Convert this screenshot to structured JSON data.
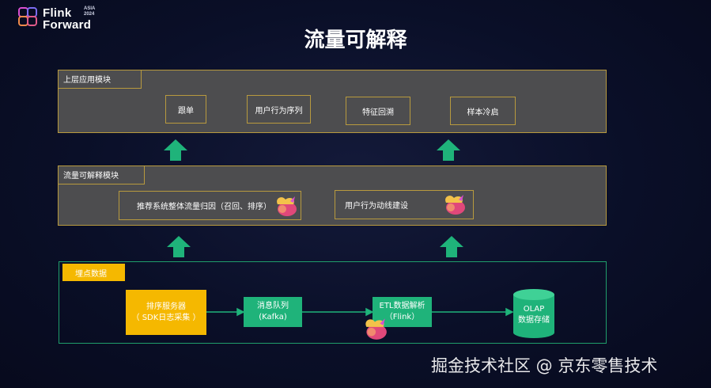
{
  "logo": {
    "line1": "Flink",
    "line2": "Forward",
    "badge_line1": "ASIA",
    "badge_line2": "2024"
  },
  "title": "流量可解释",
  "top_panel": {
    "label": "上层应用模块",
    "items": [
      "跟单",
      "用户行为序列",
      "特征回溯",
      "样本冷启"
    ]
  },
  "middle_panel": {
    "label": "流量可解释模块",
    "items": [
      "推荐系统整体流量归因（召回、排序）",
      "用户行为动线建设"
    ]
  },
  "bottom_panel": {
    "label": "埋点数据",
    "nodes": {
      "sort_service_line1": "排序服务器",
      "sort_service_line2": "（ SDK日志采集 ）",
      "queue_line1": "消息队列",
      "queue_line2": "(Kafka)",
      "etl_line1": "ETL数据解析",
      "etl_line2": "（Flink）",
      "olap_line1": "OLAP",
      "olap_line2": "数据存储"
    }
  },
  "watermark": "掘金技术社区 @ 京东零售技术",
  "colors": {
    "gold_border": "#b89a3e",
    "panel_gray": "#4d4d4f",
    "arrow_green": "#1fb37a",
    "node_yellow": "#f5b800",
    "node_green": "#1fb37a"
  }
}
